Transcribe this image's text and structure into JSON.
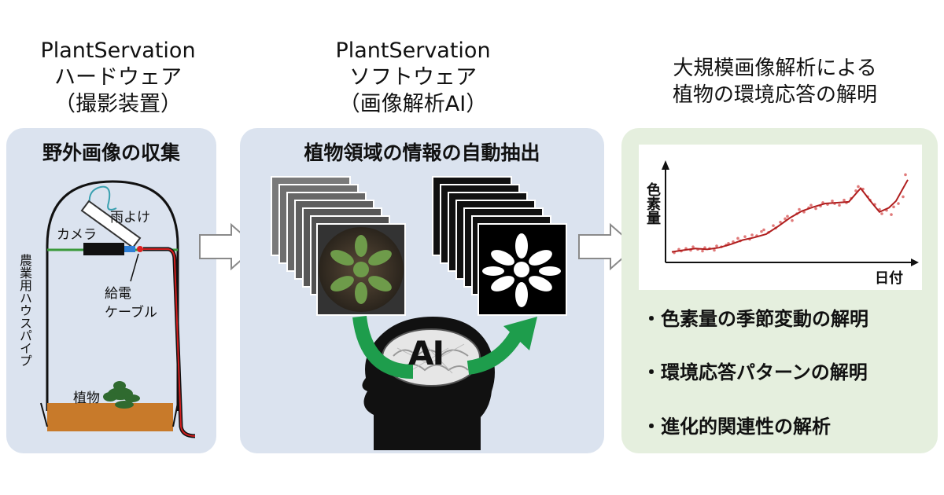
{
  "hardware": {
    "name": "PlantServation",
    "kind": "ハードウェア",
    "sub": "（撮影装置）",
    "panel_title": "野外画像の収集",
    "labels": {
      "rain_cover": "雨よけ",
      "camera": "カメラ",
      "cable_line1": "給電",
      "cable_line2": "ケーブル",
      "pipe": "農業用ハウスパイプ",
      "plant": "植物"
    }
  },
  "software": {
    "name": "PlantServation",
    "kind": "ソフトウェア",
    "sub": "（画像解析AI）",
    "panel_title": "植物領域の情報の自動抽出",
    "ai_label": "AI"
  },
  "results": {
    "title_line1": "大規模画像解析による",
    "title_line2": "植物の環境応答の解明",
    "bullets": [
      "・色素量の季節変動の解明",
      "・環境応答パターンの解明",
      "・進化的関連性の解析"
    ]
  },
  "colors": {
    "panel_blue": "#dbe3ef",
    "panel_green": "#e5efde",
    "trend_line": "#b01e1e",
    "points": "#e07a7a",
    "ai_arrow": "#1e9d4c",
    "soil": "#c87a2a"
  },
  "chart_data": {
    "type": "line",
    "title": "",
    "xlabel": "日付",
    "ylabel": "色素量",
    "ylim": [
      0,
      100
    ],
    "xlim": [
      0,
      100
    ],
    "series": [
      {
        "kind": "trend",
        "x": [
          0,
          5,
          10,
          15,
          20,
          25,
          30,
          35,
          40,
          45,
          50,
          55,
          60,
          65,
          70,
          75,
          80,
          85,
          88,
          92,
          95,
          100
        ],
        "values": [
          5,
          7,
          9,
          8,
          10,
          14,
          19,
          22,
          26,
          35,
          45,
          53,
          58,
          62,
          63,
          64,
          80,
          62,
          52,
          57,
          65,
          90
        ]
      },
      {
        "kind": "observations",
        "x": [
          1,
          3,
          4,
          6,
          8,
          9,
          11,
          13,
          14,
          16,
          18,
          19,
          21,
          23,
          24,
          26,
          28,
          29,
          31,
          33,
          34,
          36,
          38,
          39,
          41,
          43,
          44,
          46,
          48,
          49,
          51,
          53,
          54,
          56,
          58,
          59,
          61,
          63,
          64,
          66,
          68,
          69,
          71,
          73,
          74,
          76,
          78,
          79,
          81,
          83,
          84,
          86,
          88,
          89,
          91,
          93,
          94,
          96,
          98,
          99
        ],
        "values": [
          4,
          8,
          6,
          9,
          7,
          11,
          8,
          6,
          10,
          9,
          7,
          12,
          11,
          13,
          15,
          17,
          21,
          18,
          23,
          20,
          25,
          24,
          29,
          31,
          28,
          36,
          33,
          40,
          44,
          47,
          42,
          50,
          55,
          52,
          57,
          60,
          56,
          59,
          63,
          61,
          65,
          62,
          60,
          66,
          63,
          68,
          77,
          82,
          79,
          70,
          66,
          61,
          55,
          50,
          54,
          49,
          58,
          62,
          70,
          96
        ]
      }
    ]
  }
}
